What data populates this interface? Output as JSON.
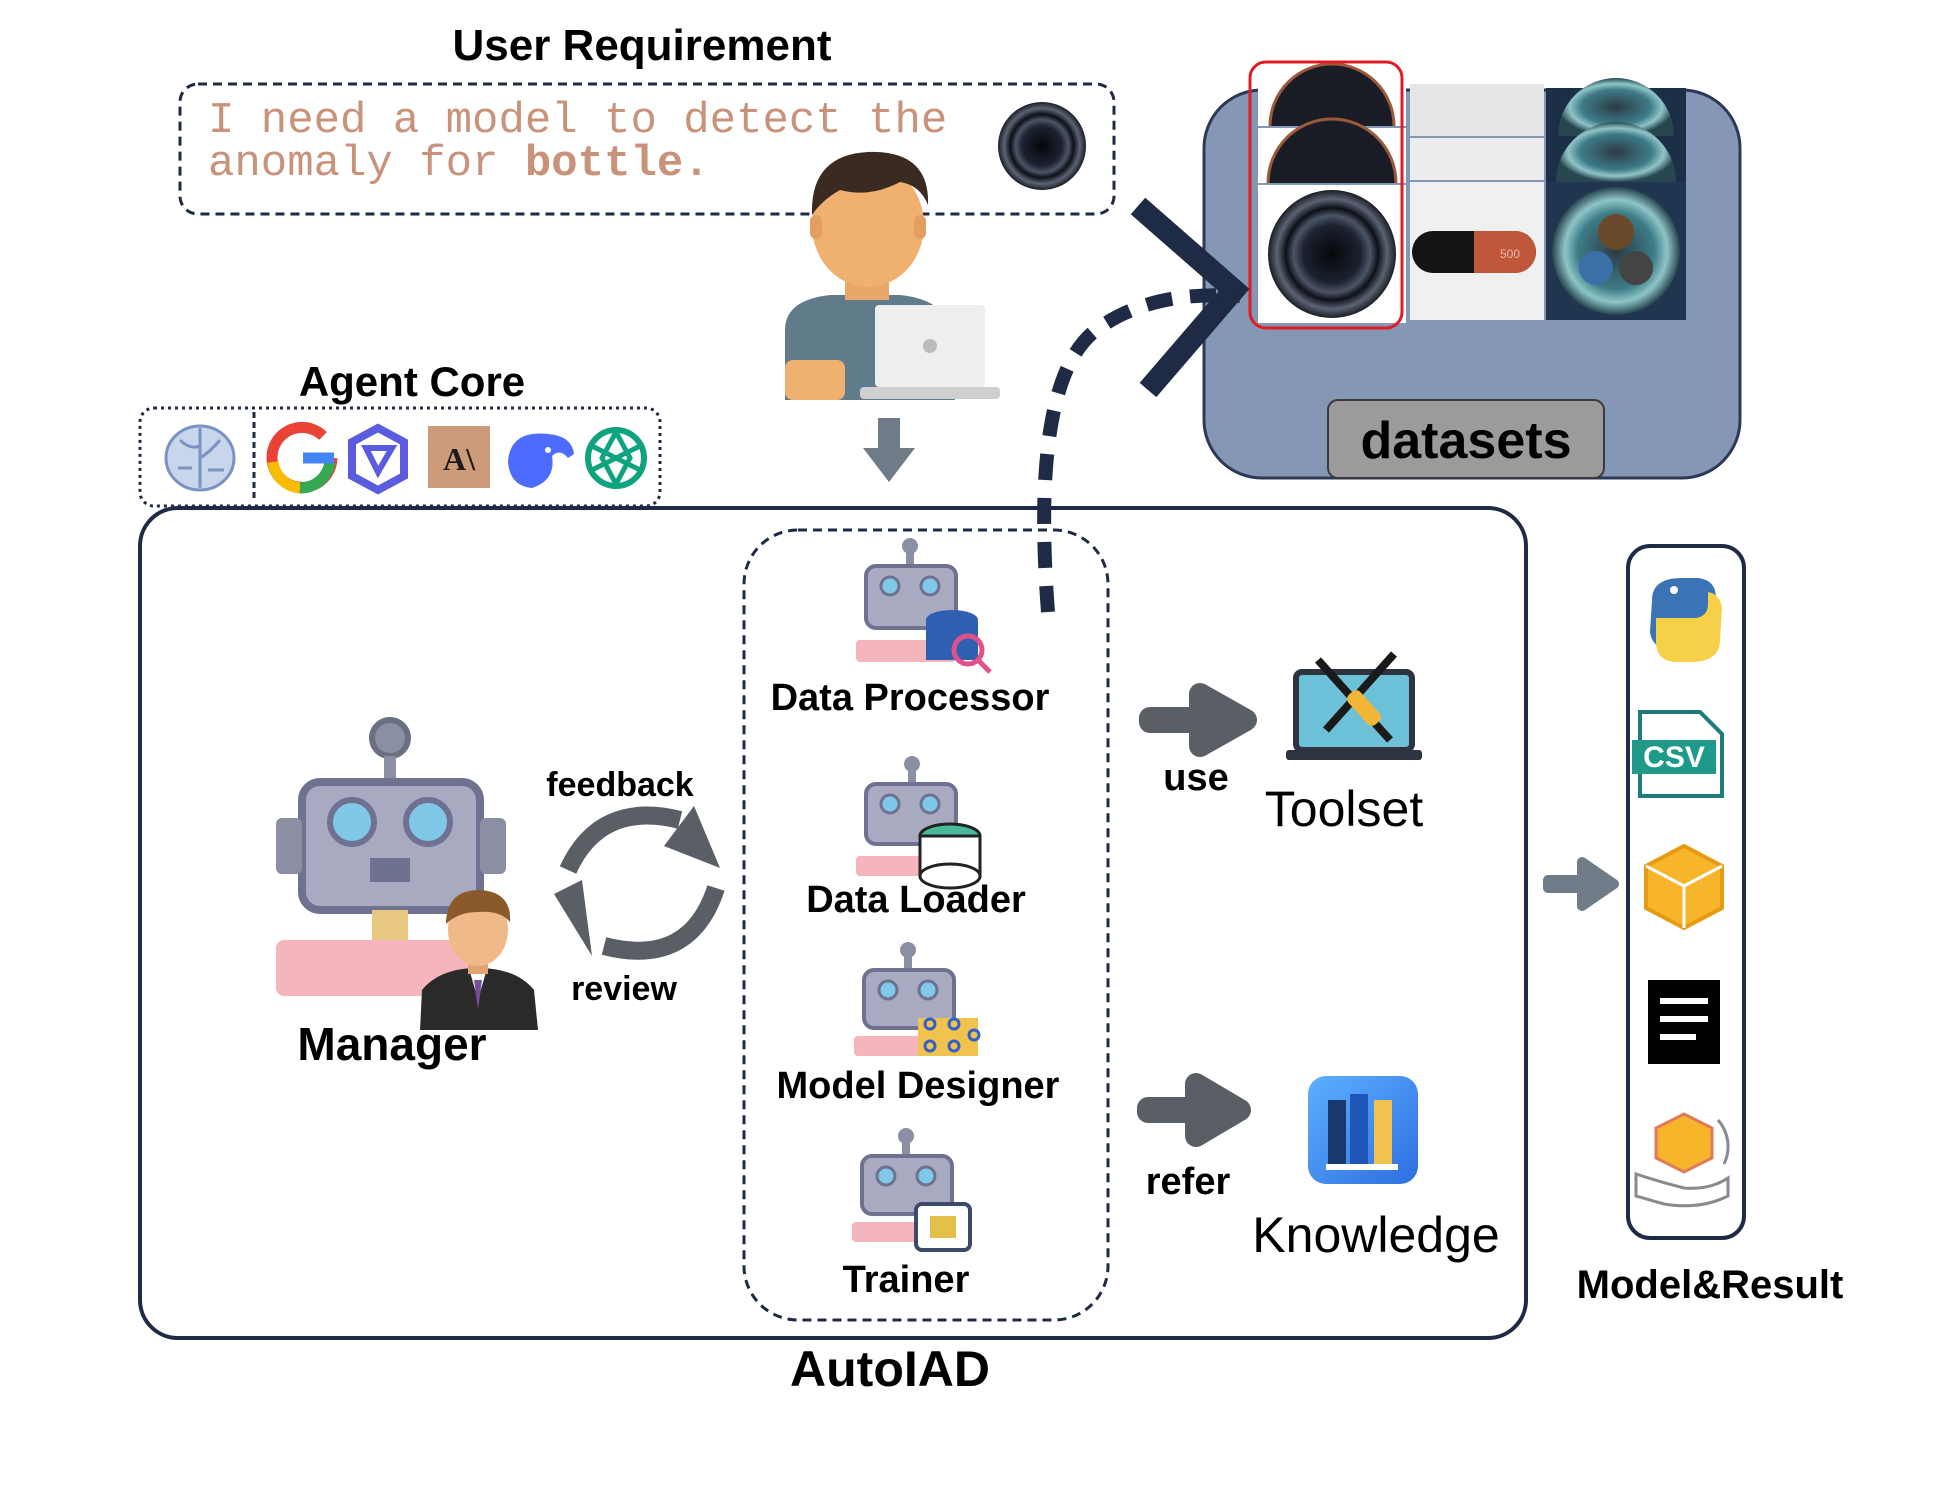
{
  "user_requirement": {
    "title": "User Requirement",
    "line1": "I need a model to detect the",
    "line2_prefix": "anomaly for ",
    "line2_bold": "bottle."
  },
  "agent_core": {
    "title": "Agent Core",
    "icons": [
      "brain-circuit-icon",
      "google-icon",
      "openai-qwen-icon",
      "anthropic-icon",
      "deepseek-icon",
      "openai-icon"
    ]
  },
  "datasets": {
    "label": "datasets"
  },
  "autoiad": {
    "title": "AutoIAD",
    "manager_label": "Manager",
    "feedback_label": "feedback",
    "review_label": "review",
    "agents": [
      "Data Processor",
      "Data Loader",
      "Model Designer",
      "Trainer"
    ],
    "use_label": "use",
    "refer_label": "refer",
    "toolset_label": "Toolset",
    "knowledge_label": "Knowledge"
  },
  "model_result": {
    "title": "Model&Result",
    "csv_label": "CSV",
    "icons": [
      "python-icon",
      "csv-file-icon",
      "model-cube-icon",
      "document-icon",
      "deploy-hand-icon"
    ]
  },
  "colors": {
    "navy": "#1f2a44",
    "dataset_panel": "#8497b5",
    "highlight_red": "#e01b24",
    "arrow_gray": "#5a5a5a",
    "mono_text": "#c8937a"
  }
}
